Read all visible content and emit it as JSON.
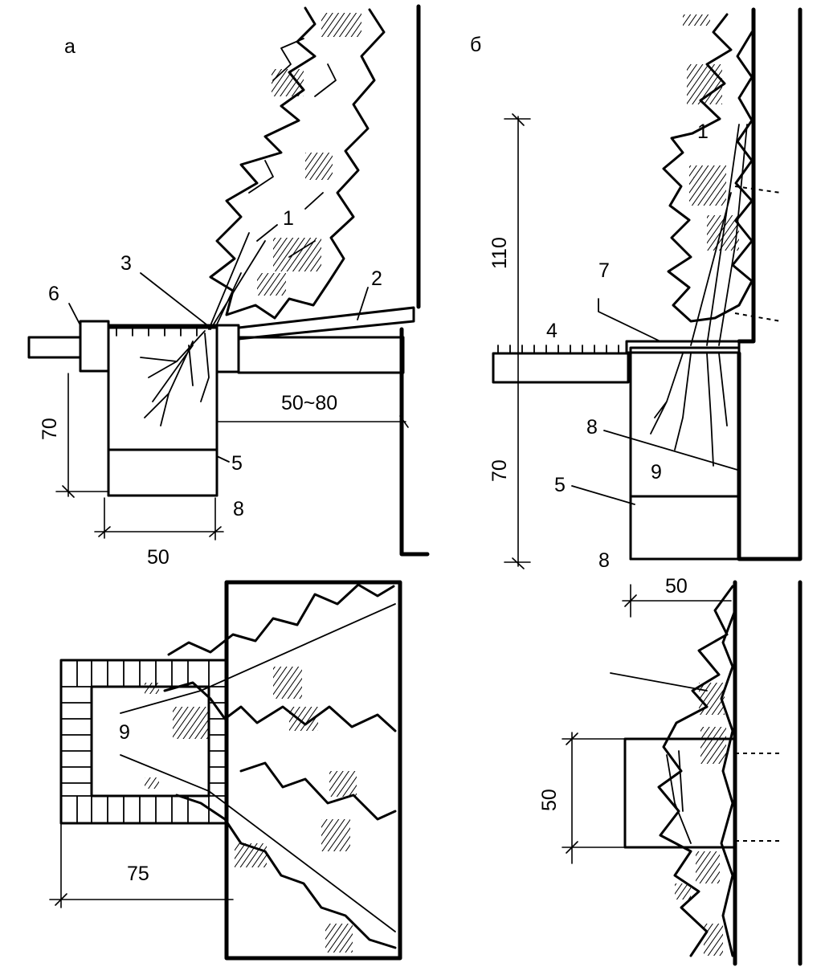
{
  "panel_letters": {
    "a": "а",
    "b": "б"
  },
  "callouts": {
    "a_1": "1",
    "a_2": "2",
    "a_3": "3",
    "a_5": "5",
    "a_6": "6",
    "a_8": "8",
    "b_1": "1",
    "b_4": "4",
    "b_7": "7",
    "b_8_mid": "8",
    "b_9": "9",
    "b_5": "5",
    "b_8_bottom": "8",
    "plan_9": "9"
  },
  "dimensions": {
    "a_depth": "70",
    "a_width": "50",
    "a_offset": "50~80",
    "b_height": "110",
    "b_depth": "70",
    "plan_left_width": "75",
    "plan_right_width": "50",
    "plan_right_height": "50"
  },
  "colors": {
    "ink": "#000000",
    "paper": "#ffffff"
  }
}
